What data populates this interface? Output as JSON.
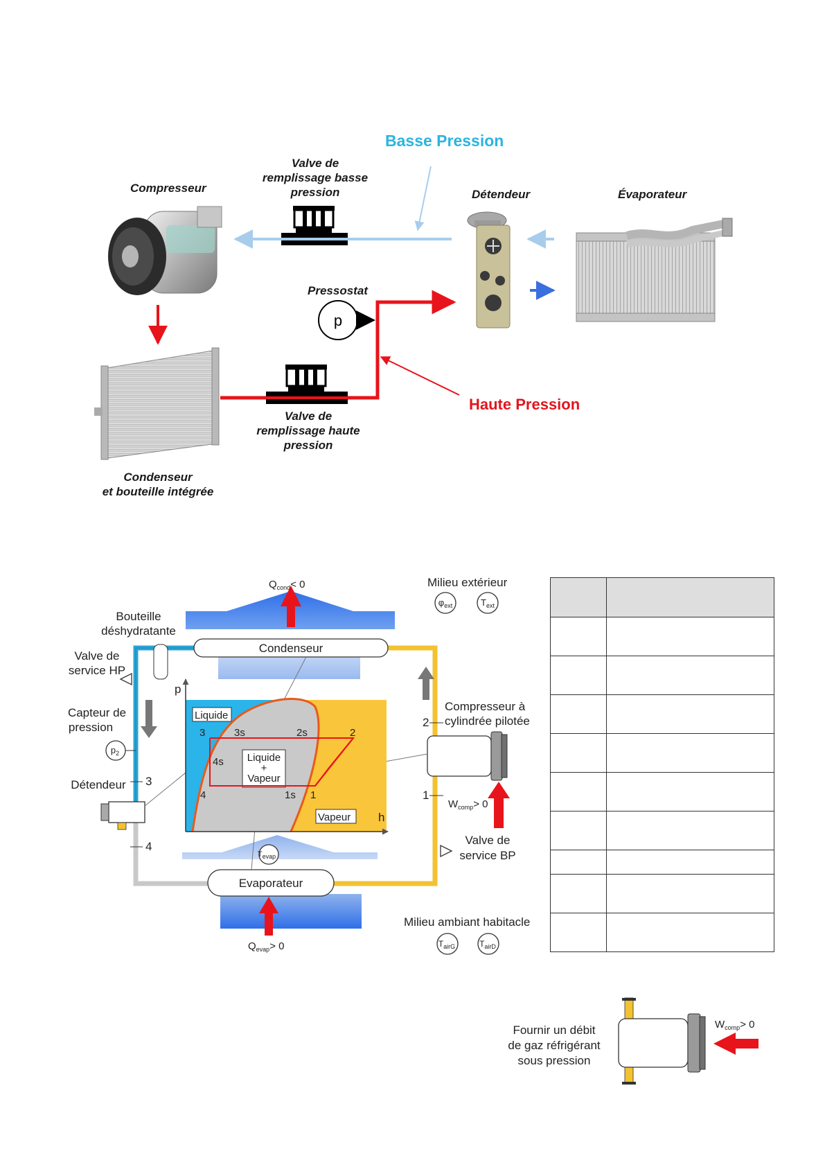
{
  "top_diagram": {
    "basse_pression": "Basse Pression",
    "haute_pression": "Haute Pression",
    "compresseur": "Compresseur",
    "valve_bp": [
      "Valve de",
      "remplissage basse",
      "pression"
    ],
    "detendeur": "Détendeur",
    "evaporateur": "Évaporateur",
    "pressostat": "Pressostat",
    "pressostat_symbol": "p",
    "valve_hp": [
      "Valve de",
      "remplissage haute",
      "pression"
    ],
    "condenseur": [
      "Condenseur",
      "et bouteille intégrée"
    ],
    "colors": {
      "low": "#a8cdec",
      "high": "#e8141b",
      "title_low": "#2cb4e0",
      "title_high": "#e0161c",
      "blue_arrow": "#3a6fe0"
    }
  },
  "bottom_diagram": {
    "q_cond": {
      "main": "Q",
      "sub": "cond",
      "rest": "< 0"
    },
    "q_evap": {
      "main": "Q",
      "sub": "evap",
      "rest": "> 0"
    },
    "w_comp": {
      "main": "W",
      "sub": "comp",
      "rest": "> 0"
    },
    "milieu_exterieur": "Milieu extérieur",
    "phi_ext": {
      "main": "φ",
      "sub": "ext"
    },
    "t_ext": {
      "main": "T",
      "sub": "ext"
    },
    "bouteille": [
      "Bouteille",
      "déshydratante"
    ],
    "condenseur": "Condenseur",
    "evaporateur": "Evaporateur",
    "valve_hp": [
      "Valve de",
      "service HP"
    ],
    "capteur": [
      "Capteur de",
      "pression"
    ],
    "p2": {
      "main": "p",
      "sub": "2"
    },
    "detendeur": "Détendeur",
    "compresseur": [
      "Compresseur à",
      "cylindrée pilotée"
    ],
    "valve_bp": [
      "Valve de",
      "service BP"
    ],
    "milieu_ambiant": "Milieu ambiant habitacle",
    "t_evap": {
      "main": "T",
      "sub": "evap"
    },
    "t_airg": {
      "main": "T",
      "sub": "airG"
    },
    "t_aird": {
      "main": "T",
      "sub": "airD"
    },
    "ph": {
      "axis_p": "p",
      "axis_h": "h",
      "liquide": "Liquide",
      "vapeur": "Vapeur",
      "mix": [
        "Liquide",
        "+",
        "Vapeur"
      ],
      "points": [
        "3",
        "3s",
        "2s",
        "2",
        "4s",
        "4",
        "1s",
        "1"
      ]
    },
    "circuit_numbers": [
      "2",
      "1",
      "3",
      "4"
    ],
    "colors": {
      "hp_line": "#2aa5d8",
      "bp_line": "#f2c230",
      "liquid": "#2ab4ea",
      "vapor": "#f9c53a",
      "mix": "#c9c9c9",
      "cycle": "#e8141b",
      "dome": "#e85a1a"
    }
  },
  "table": {
    "rows": 9
  },
  "extra": {
    "function_text": [
      "Fournir un débit",
      "de gaz réfrigérant",
      "sous pression"
    ],
    "w_comp": {
      "main": "W",
      "sub": "comp",
      "rest": "> 0"
    }
  }
}
